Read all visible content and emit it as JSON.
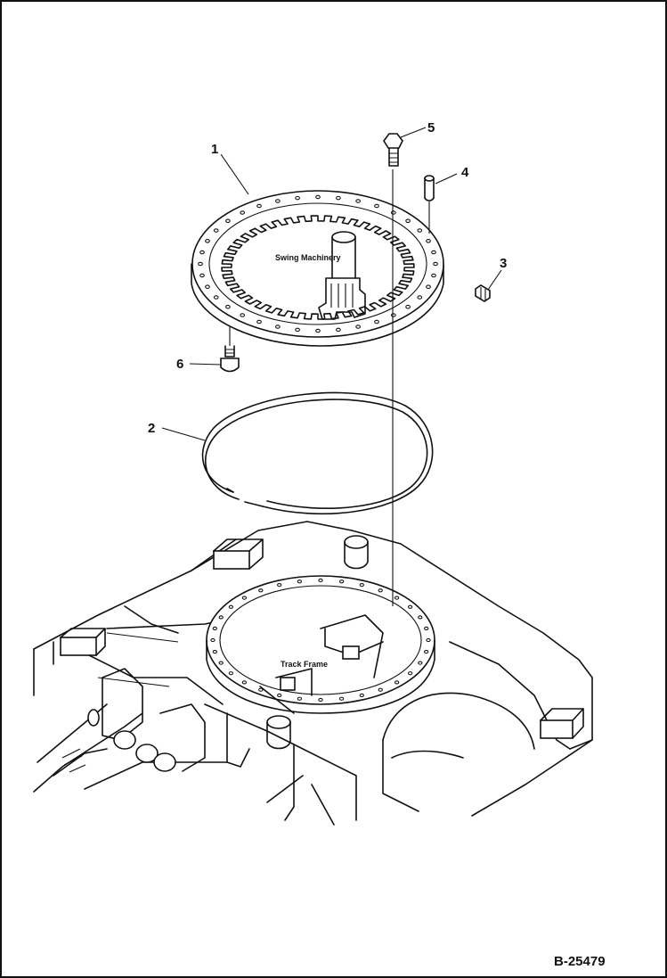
{
  "diagram": {
    "callouts": [
      {
        "id": "1",
        "text": "1"
      },
      {
        "id": "2",
        "text": "2"
      },
      {
        "id": "3",
        "text": "3"
      },
      {
        "id": "4",
        "text": "4"
      },
      {
        "id": "5",
        "text": "5"
      },
      {
        "id": "6",
        "text": "6"
      }
    ],
    "labels": {
      "swing_machinery": "Swing Machinery",
      "track_frame": "Track Frame"
    },
    "drawing_code": "B-25479"
  }
}
